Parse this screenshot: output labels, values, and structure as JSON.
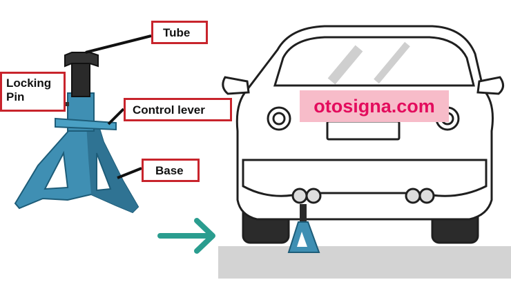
{
  "labels": {
    "tube": "Tube",
    "locking_pin": "Locking\nPin",
    "control_lever": "Control lever",
    "base": "Base"
  },
  "watermark": "otosigna.com",
  "colors": {
    "label_border": "#c8242c",
    "jack_blue": "#3f8fb3",
    "arrow": "#2a9d8f",
    "ground": "#cfcfcf",
    "watermark_bg": "#f7bcc9",
    "watermark_text": "#e30c5d"
  }
}
